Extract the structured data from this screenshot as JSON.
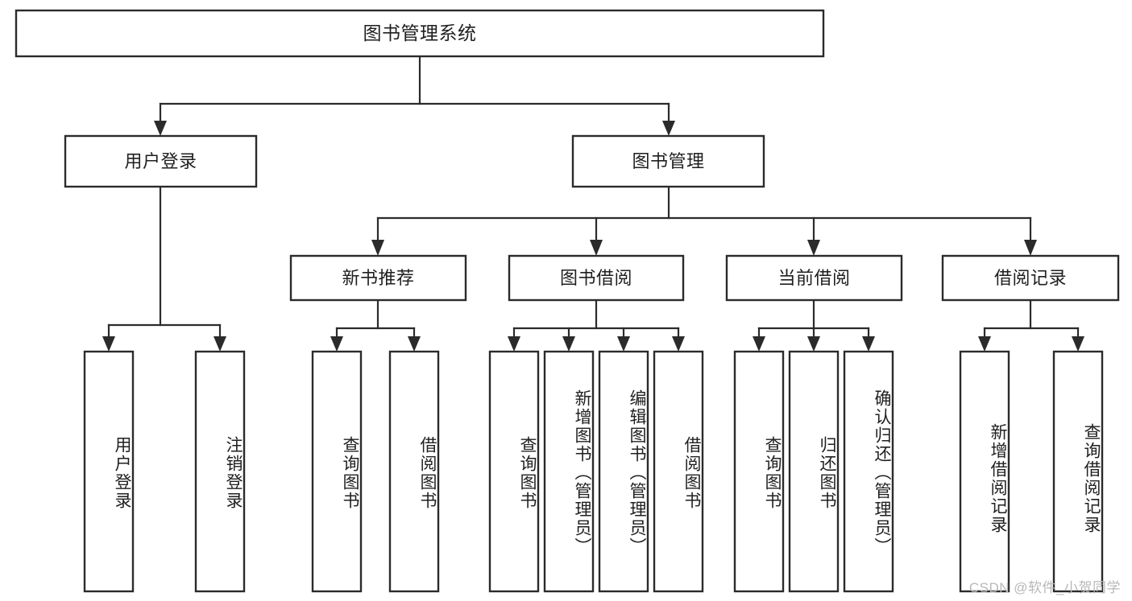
{
  "diagram": {
    "title": "图书管理系统",
    "type": "tree-hierarchy-diagram",
    "orientation": "top-down",
    "colors": {
      "box_stroke": "#2b2b2b",
      "box_fill": "#ffffff",
      "connector": "#2b2b2b",
      "text": "#1f1f1f",
      "watermark": "#b8b8b8",
      "background": "#ffffff"
    },
    "root": {
      "label": "图书管理系统"
    },
    "level2": [
      {
        "label": "用户登录"
      },
      {
        "label": "图书管理"
      }
    ],
    "level3": [
      {
        "label": "新书推荐"
      },
      {
        "label": "图书借阅"
      },
      {
        "label": "当前借阅"
      },
      {
        "label": "借阅记录"
      }
    ],
    "leaves": {
      "user_login": [
        {
          "label": "用户登录"
        },
        {
          "label": "注销登录"
        }
      ],
      "new_book_recommend": [
        {
          "label": "查询图书"
        },
        {
          "label": "借阅图书"
        }
      ],
      "book_borrow": [
        {
          "label": "查询图书"
        },
        {
          "label": "新增图书（管理员）"
        },
        {
          "label": "编辑图书（管理员）"
        },
        {
          "label": "借阅图书"
        }
      ],
      "current_borrow": [
        {
          "label": "查询图书"
        },
        {
          "label": "归还图书"
        },
        {
          "label": "确认归还（管理员）"
        }
      ],
      "borrow_record": [
        {
          "label": "新增借阅记录"
        },
        {
          "label": "查询借阅记录"
        }
      ]
    }
  },
  "watermark": {
    "text": "CSDN @软件_小贺同学"
  }
}
